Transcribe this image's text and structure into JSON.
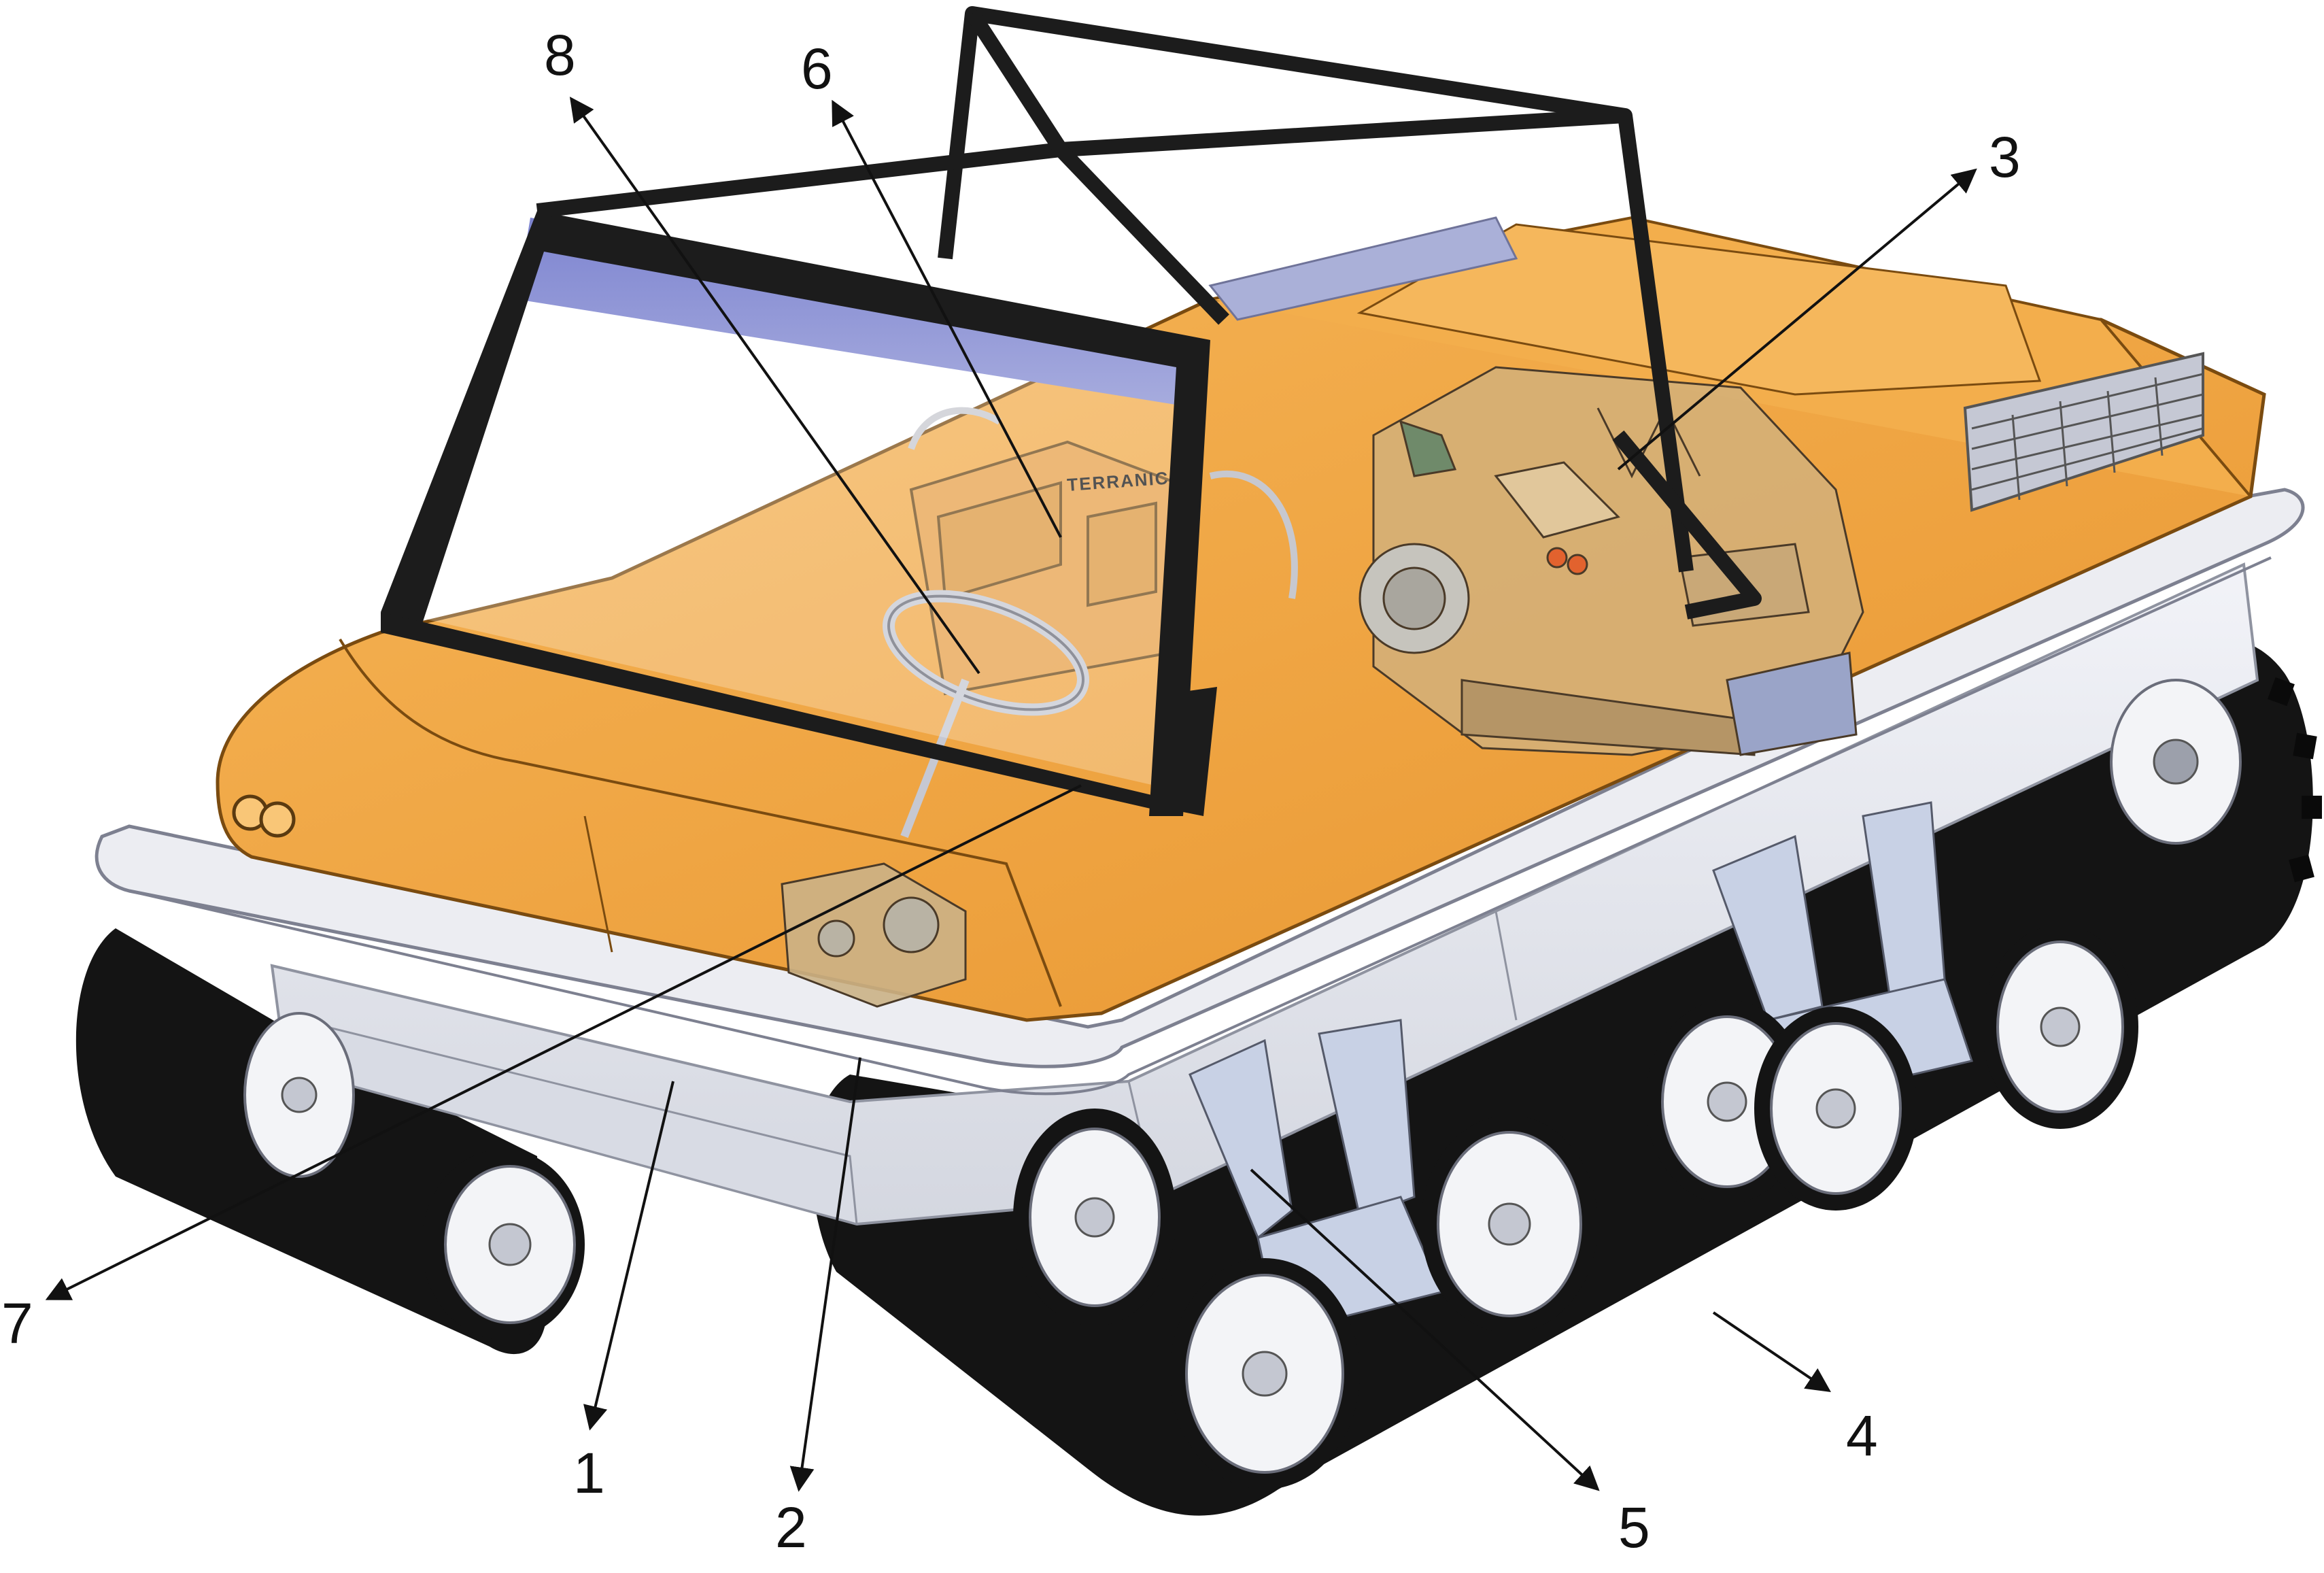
{
  "figure": {
    "colors": {
      "body": "#f1a53c",
      "body_dark": "#c97d1f",
      "body_light": "#f9c67a",
      "track": "#141414",
      "hull": "#eceef4",
      "hull_shade": "#c9ccd6",
      "glass": "#8f95d8",
      "frame": "#1c1c1c",
      "wheel": "#f4f4f6",
      "suspension": "#c9d2e6"
    },
    "seat_badge": "TERRANICA",
    "callouts": [
      {
        "id": "1",
        "label": "1"
      },
      {
        "id": "2",
        "label": "2"
      },
      {
        "id": "3",
        "label": "3"
      },
      {
        "id": "4",
        "label": "4"
      },
      {
        "id": "5",
        "label": "5"
      },
      {
        "id": "6",
        "label": "6"
      },
      {
        "id": "7",
        "label": "7"
      },
      {
        "id": "8",
        "label": "8"
      }
    ]
  }
}
